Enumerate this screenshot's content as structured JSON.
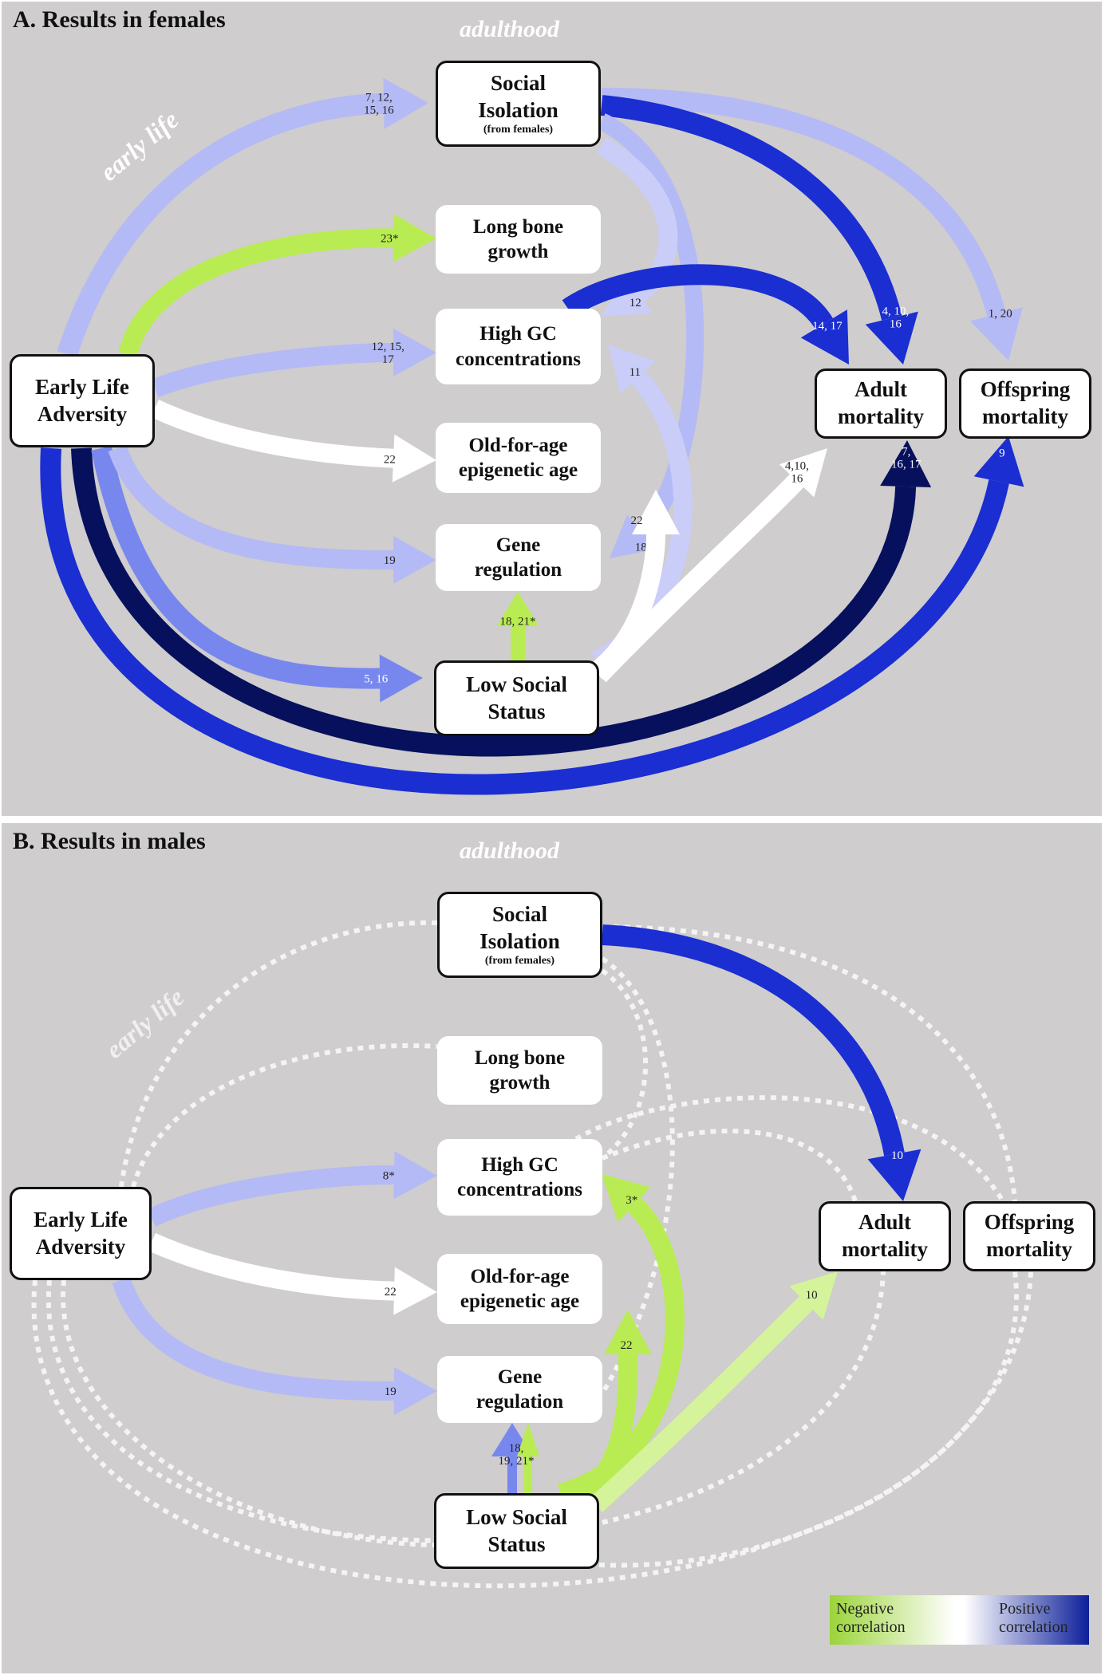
{
  "panelA": {
    "title": "A. Results in females",
    "adulthood": "adulthood",
    "early_life": "early life",
    "nodes": {
      "ela": [
        "Early Life",
        "Adversity"
      ],
      "iso": [
        "Social",
        "Isolation",
        "(from females)"
      ],
      "bone": [
        "Long bone",
        "growth"
      ],
      "gc": [
        "High GC",
        "concentrations"
      ],
      "epi": [
        "Old-for-age",
        "epigenetic age"
      ],
      "gene": [
        "Gene",
        "regulation"
      ],
      "status": [
        "Low Social",
        "Status"
      ],
      "adult": [
        "Adult",
        "mortality"
      ],
      "offspring": [
        "Offspring",
        "mortality"
      ]
    },
    "edge_labels": {
      "ela_iso": [
        "7, 12,",
        "15, 16"
      ],
      "ela_bone": [
        "23*"
      ],
      "ela_gc": [
        "12, 15,",
        "17"
      ],
      "ela_epi": [
        "22"
      ],
      "ela_gene": [
        "19"
      ],
      "ela_status": [
        "5, 16"
      ],
      "ela_adult": [
        "7,",
        "16, 17"
      ],
      "ela_offspring": [
        "9"
      ],
      "iso_gc": [
        "12"
      ],
      "iso_adult": [
        "4, 10,",
        "16"
      ],
      "iso_offspring": [
        "1, 20"
      ],
      "iso_gene": [
        "18"
      ],
      "gc_adult": [
        "14, 17"
      ],
      "status_gc": [
        "11"
      ],
      "status_epi": [
        "22"
      ],
      "status_adult": [
        "4,10,",
        "16"
      ],
      "status_gene": [
        "18, 21*"
      ]
    }
  },
  "panelB": {
    "title": "B. Results in males",
    "adulthood": "adulthood",
    "early_life": "early life",
    "nodes": {
      "ela": [
        "Early Life",
        "Adversity"
      ],
      "iso": [
        "Social",
        "Isolation",
        "(from females)"
      ],
      "bone": [
        "Long bone",
        "growth"
      ],
      "gc": [
        "High GC",
        "concentrations"
      ],
      "epi": [
        "Old-for-age",
        "epigenetic age"
      ],
      "gene": [
        "Gene",
        "regulation"
      ],
      "status": [
        "Low Social",
        "Status"
      ],
      "adult": [
        "Adult",
        "mortality"
      ],
      "offspring": [
        "Offspring",
        "mortality"
      ]
    },
    "edge_labels": {
      "ela_gc": [
        "8*"
      ],
      "ela_epi": [
        "22"
      ],
      "ela_gene": [
        "19"
      ],
      "iso_adult": [
        "10"
      ],
      "status_gc": [
        "3*"
      ],
      "status_epi": [
        "22"
      ],
      "status_adult": [
        "10"
      ],
      "status_gene": [
        "18,",
        "19, 21*"
      ]
    }
  },
  "legend": {
    "negative": [
      "Negative",
      "correlation"
    ],
    "positive": [
      "Positive",
      "correlation"
    ]
  },
  "colors": {
    "negative": "#b9ec52",
    "negative_mid": "#d4f39a",
    "white": "#ffffff",
    "pale_blue": "#c9cdf8",
    "light_blue": "#b4baf5",
    "mid_blue": "#7887ee",
    "blue": "#1a2ed2",
    "dark_blue": "#0f1c9c",
    "navy": "#07105c"
  }
}
